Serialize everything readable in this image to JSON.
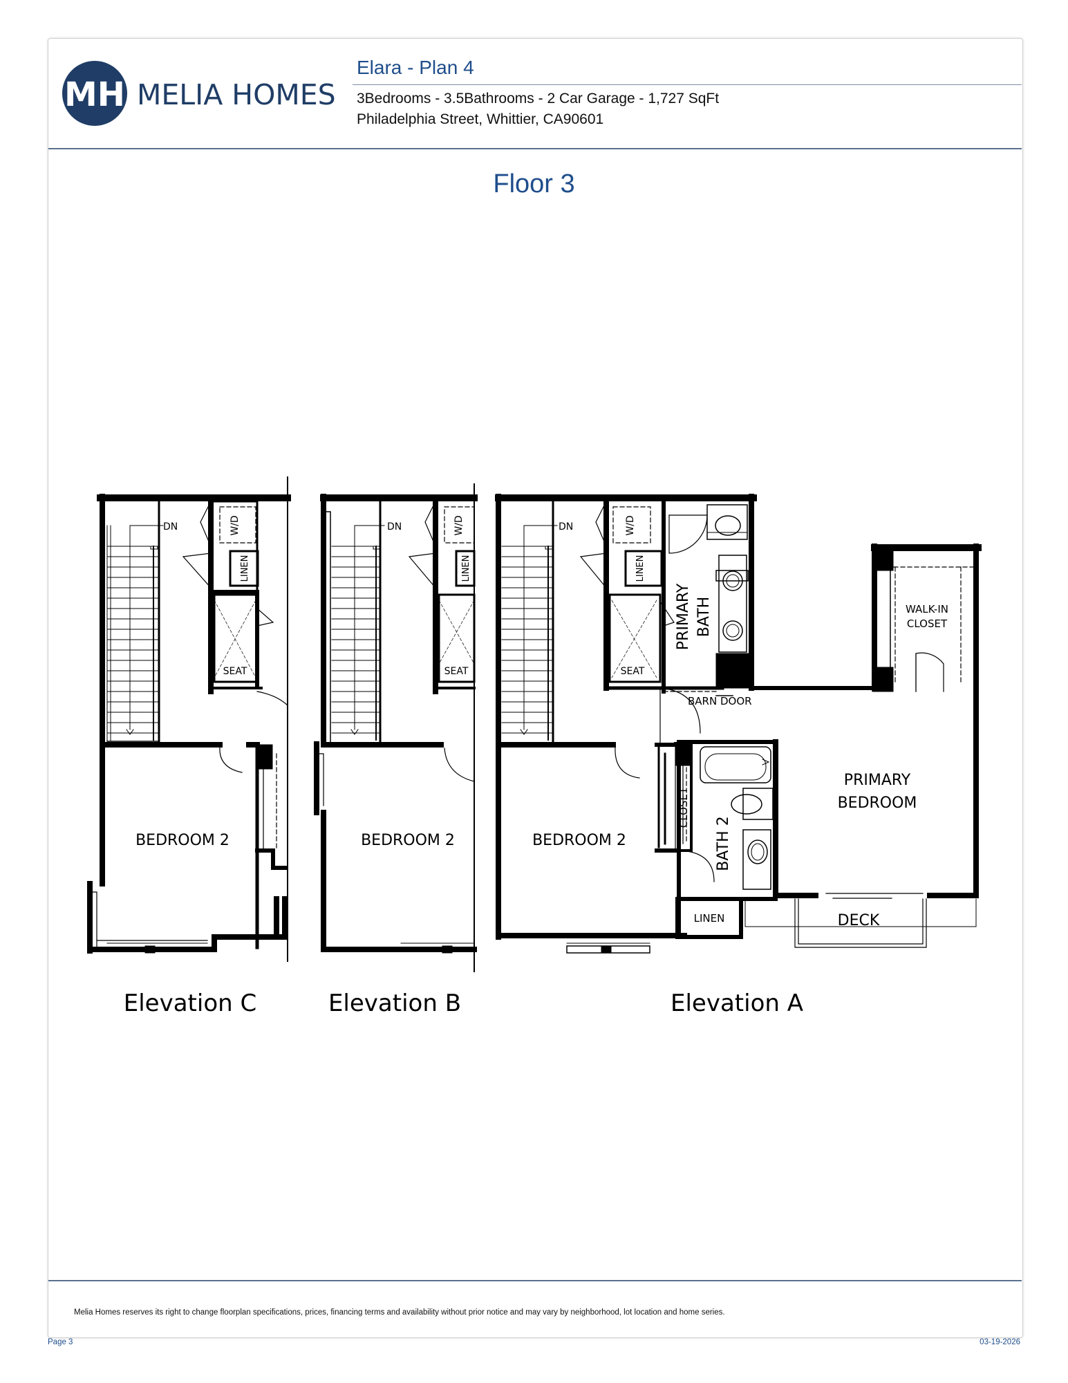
{
  "brand": {
    "logo_mark": "MH",
    "logo_name": "MELIA HOMES",
    "navy": "#1f3d66",
    "accent": "#1f4e8c"
  },
  "header": {
    "plan_title": "Elara - Plan 4",
    "specs": "3Bedrooms - 3.5Bathrooms - 2 Car Garage - 1,727 SqFt",
    "address": "Philadelphia Street, Whittier, CA90601"
  },
  "floor_title": "Floor 3",
  "floorplan": {
    "labels": {
      "dn": "DN",
      "wd": "W/D",
      "linen": "LINEN",
      "seat": "SEAT",
      "bedroom2": "BEDROOM 2",
      "primary_bath_1": "PRIMARY",
      "primary_bath_2": "BATH",
      "walkin_1": "WALK-IN",
      "walkin_2": "CLOSET",
      "barn_door": "BARN DOOR",
      "primary_bed_1": "PRIMARY",
      "primary_bed_2": "BEDROOM",
      "closet": "CLOSET",
      "bath2": "BATH 2",
      "deck": "DECK"
    },
    "elevations": [
      "Elevation C",
      "Elevation B",
      "Elevation A"
    ]
  },
  "footer": {
    "disclaimer": "Melia Homes reserves its right to change floorplan specifications, prices, financing terms and availability without prior notice and may vary by neighborhood, lot location and home series.",
    "page": "Page 3",
    "date": "03-19-2026"
  }
}
